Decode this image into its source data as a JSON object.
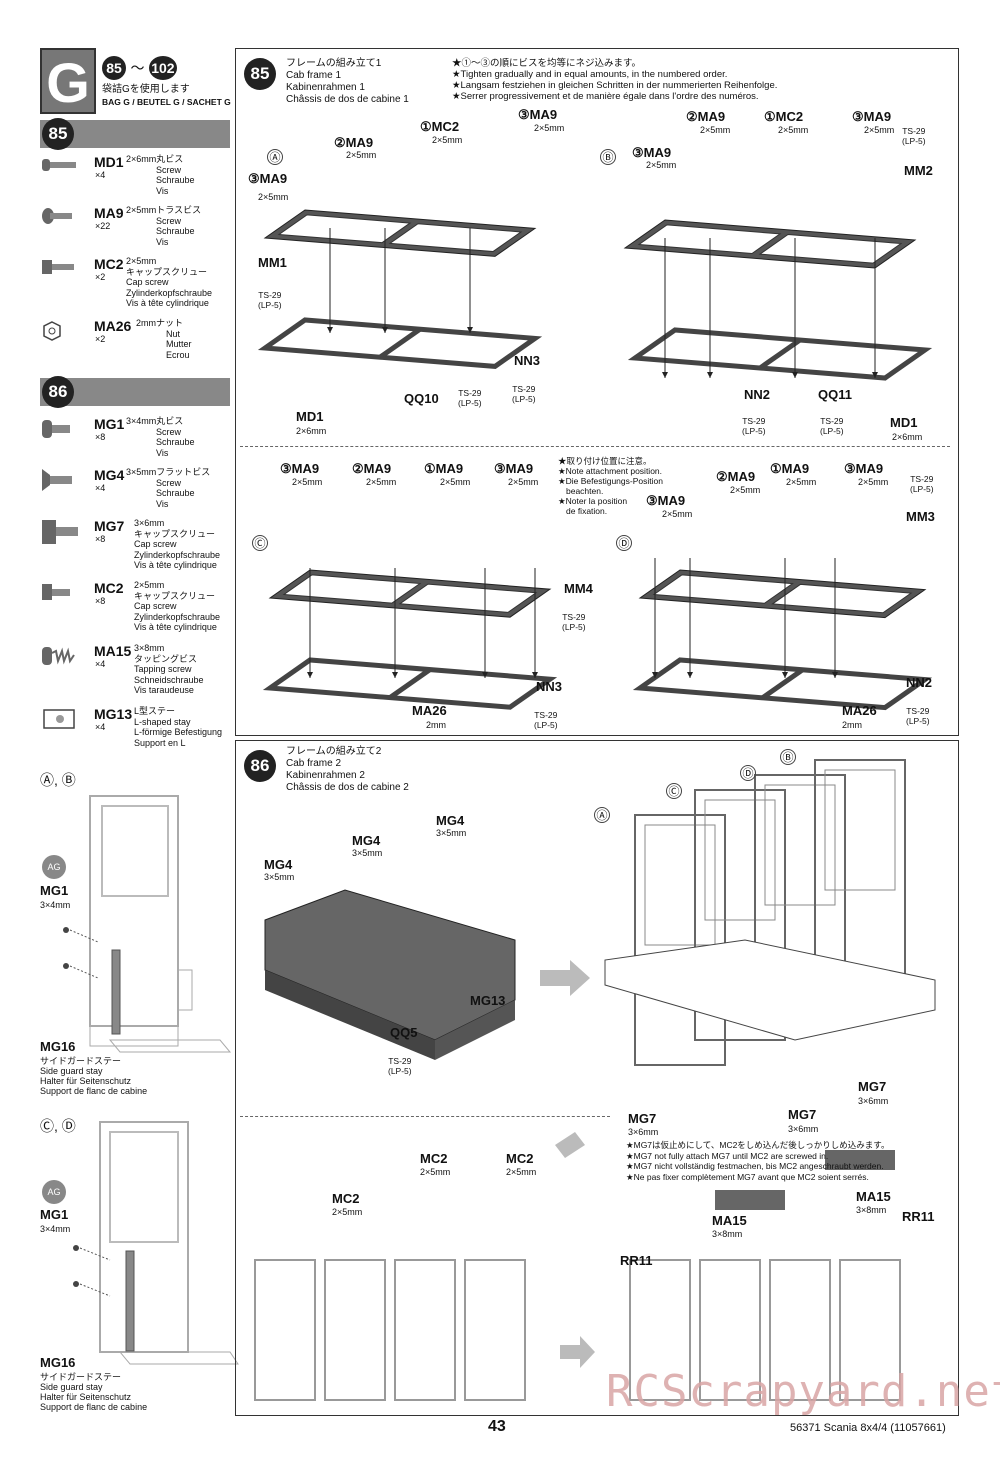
{
  "bag": {
    "letter": "G",
    "step_from": "85",
    "step_sep": "～",
    "step_to": "102",
    "use_jp": "袋詰Gを使用します",
    "use_label": "BAG G / BEUTEL G / SACHET G"
  },
  "parts85": {
    "step": "85",
    "items": [
      {
        "code": "MD1",
        "qty": "×4",
        "desc": [
          "2×6mm丸ビス",
          "Screw",
          "Schraube",
          "Vis"
        ],
        "icon": "round-screw-icon"
      },
      {
        "code": "MA9",
        "qty": "×22",
        "desc": [
          "2×5mmトラスビス",
          "Screw",
          "Schraube",
          "Vis"
        ],
        "icon": "truss-screw-icon"
      },
      {
        "code": "MC2",
        "qty": "×2",
        "desc": [
          "2×5mm",
          "キャップスクリュー",
          "Cap screw",
          "Zylinderkopfschraube",
          "Vis à tête cylindrique"
        ],
        "icon": "cap-screw-icon"
      },
      {
        "code": "MA26",
        "qty": "×2",
        "desc": [
          "2mmナット",
          "Nut",
          "Mutter",
          "Ecrou"
        ],
        "icon": "nut-icon"
      }
    ]
  },
  "parts86": {
    "step": "86",
    "items": [
      {
        "code": "MG1",
        "qty": "×8",
        "desc": [
          "3×4mm丸ビス",
          "Screw",
          "Schraube",
          "Vis"
        ],
        "icon": "round-screw-icon"
      },
      {
        "code": "MG4",
        "qty": "×4",
        "desc": [
          "3×5mmフラットビス",
          "Screw",
          "Schraube",
          "Vis"
        ],
        "icon": "flat-screw-icon"
      },
      {
        "code": "MG7",
        "qty": "×8",
        "desc": [
          "3×6mm",
          "キャップスクリュー",
          "Cap screw",
          "Zylinderkopfschraube",
          "Vis à tête cylindrique"
        ],
        "icon": "cap-screw-icon"
      },
      {
        "code": "MC2",
        "qty": "×8",
        "desc": [
          "2×5mm",
          "キャップスクリュー",
          "Cap screw",
          "Zylinderkopfschraube",
          "Vis à tête cylindrique"
        ],
        "icon": "cap-screw-icon"
      },
      {
        "code": "MA15",
        "qty": "×4",
        "desc": [
          "3×8mm",
          "タッピングビス",
          "Tapping screw",
          "Schneidschraube",
          "Vis taraudeuse"
        ],
        "icon": "tapping-screw-icon"
      },
      {
        "code": "MG13",
        "qty": "×4",
        "desc": [
          "L型ステー",
          "L-shaped stay",
          "L-förmige Befestigung",
          "Support en L"
        ],
        "icon": "l-stay-icon"
      }
    ]
  },
  "side": {
    "ab_label": "Ⓐ, Ⓑ",
    "cd_label": "Ⓒ, Ⓓ",
    "ag": "AG",
    "mg1": "MG1",
    "mg1_size": "3×4mm",
    "mg16": "MG16",
    "mg16_desc": [
      "サイドガードステー",
      "Side guard stay",
      "Halter für Seitenschutz",
      "Support de flanc de cabine"
    ]
  },
  "step85": {
    "num": "85",
    "title": [
      "フレームの組み立て1",
      "Cab frame 1",
      "Kabinenrahmen 1",
      "Châssis de dos de cabine 1"
    ],
    "notes": [
      "★①～③の順にビスを均等にネジ込みます。",
      "★Tighten gradually and in equal amounts, in the numbered order.",
      "★Langsam festziehen in gleichen Schritten in der nummerierten Reihenfolge.",
      "★Serrer progressivement et de manière égale dans l'ordre des numéros."
    ],
    "attach_note": [
      "★取り付け位置に注意。",
      "★Note attachment position.",
      "★Die Befestigungs-Position",
      "beachten.",
      "★Noter la position",
      "de fixation."
    ],
    "labels": {
      "A": "Ⓐ",
      "B": "Ⓑ",
      "C": "Ⓒ",
      "D": "Ⓓ",
      "ma9": "MA9",
      "mc2": "MC2",
      "mm1": "MM1",
      "mm2": "MM2",
      "mm3": "MM3",
      "mm4": "MM4",
      "nn2": "NN2",
      "nn3": "NN3",
      "qq10": "QQ10",
      "qq11": "QQ11",
      "md1": "MD1",
      "ma26": "MA26",
      "s25": "2×5mm",
      "s26": "2×6mm",
      "s2": "2mm",
      "ts": "TS-29",
      "lp": "(LP-5)",
      "n1": "①",
      "n2": "②",
      "n3": "③"
    }
  },
  "step86": {
    "num": "86",
    "title": [
      "フレームの組み立て2",
      "Cab frame 2",
      "Kabinenrahmen 2",
      "Châssis de dos de cabine 2"
    ],
    "notes": [
      "★MG7は仮止めにして、MC2をしめ込んだ後しっかりしめ込みます。",
      "★MG7 not fully attach MG7 until MC2 are screwed in.",
      "★MG7 nicht vollständig festmachen, bis MC2 angeschraubt werden.",
      "★Ne pas fixer complètement MG7 avant que MC2 soient serrés."
    ],
    "labels": {
      "mg4": "MG4",
      "s35": "3×5mm",
      "mg13": "MG13",
      "qq5": "QQ5",
      "mg7": "MG7",
      "s36": "3×6mm",
      "mc2": "MC2",
      "s25": "2×5mm",
      "ma15": "MA15",
      "s38": "3×8mm",
      "rr11": "RR11",
      "A": "Ⓐ",
      "B": "Ⓑ",
      "C": "Ⓒ",
      "D": "Ⓓ",
      "ts": "TS-29",
      "lp": "(LP-5)"
    }
  },
  "footer": {
    "page": "43",
    "product": "56371 Scania 8x4/4 (11057661)",
    "watermark": "RCScrapyard.net"
  }
}
